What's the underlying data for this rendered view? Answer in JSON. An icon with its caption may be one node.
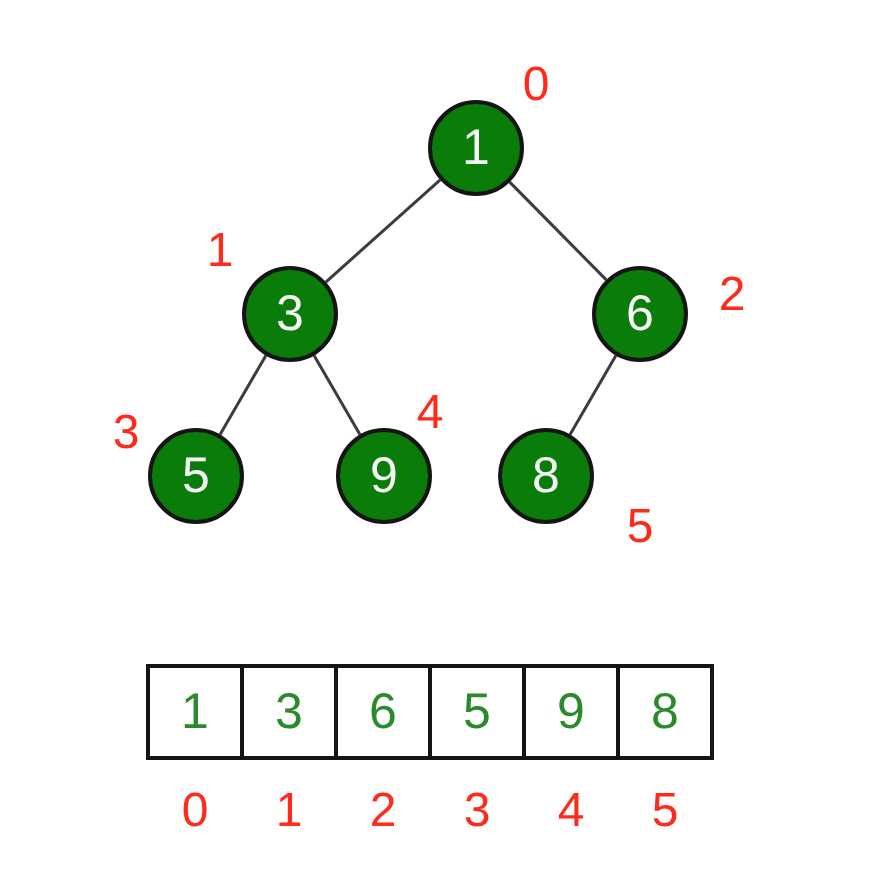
{
  "diagram": {
    "nodes": [
      {
        "text": [
          "1"
        ],
        "beside": [
          "0"
        ]
      },
      {
        "text": [
          "3"
        ],
        "beside": [
          "1"
        ]
      },
      {
        "text": [
          "6"
        ],
        "beside": [
          "2"
        ]
      },
      {
        "text": [
          "5"
        ],
        "beside": [
          "3"
        ]
      },
      {
        "text": [
          "9"
        ],
        "beside": [
          "4"
        ]
      },
      {
        "text": [
          "8"
        ],
        "beside": [
          "5"
        ]
      },
      {
        "text": [
          "1"
        ],
        "beside": [
          "0"
        ]
      },
      {
        "text": [
          "3"
        ],
        "beside": [
          "1"
        ]
      },
      {
        "text": [
          "6"
        ],
        "beside": [
          "2"
        ]
      },
      {
        "text": [
          "5"
        ],
        "beside": [
          "3"
        ]
      },
      {
        "text": [
          "9"
        ],
        "beside": [
          "4"
        ]
      },
      {
        "text": [
          "8"
        ],
        "beside": [
          "5"
        ]
      }
    ],
    "edges": [
      {
        "from": 0,
        "to": 1,
        "arrow": "none"
      },
      {
        "from": 0,
        "to": 2,
        "arrow": "none"
      },
      {
        "from": 1,
        "to": 3,
        "arrow": "none"
      },
      {
        "from": 1,
        "to": 4,
        "arrow": "none"
      },
      {
        "from": 2,
        "to": 5,
        "arrow": "none"
      }
    ]
  }
}
